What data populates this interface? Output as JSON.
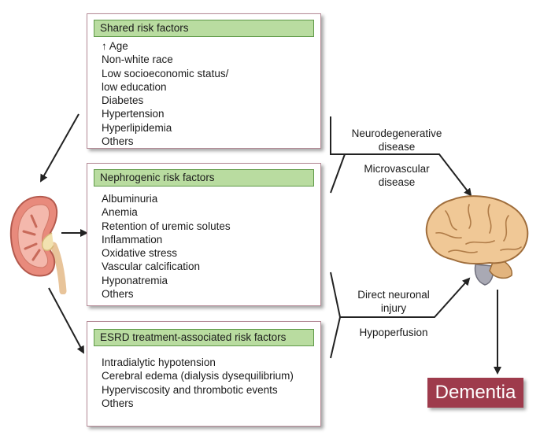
{
  "shared": {
    "header": "Shared risk factors",
    "items": [
      "↑ Age",
      "Non-white race",
      "Low socioeconomic status/",
      "low education",
      "Diabetes",
      "Hypertension",
      "Hyperlipidemia",
      "Others"
    ]
  },
  "nephrogenic": {
    "header": "Nephrogenic risk factors",
    "items": [
      "Albuminuria",
      "Anemia",
      "Retention of uremic solutes",
      "Inflammation",
      "Oxidative stress",
      "Vascular calcification",
      "Hyponatremia",
      "Others"
    ]
  },
  "esrd": {
    "header": "ESRD treatment-associated risk factors",
    "items": [
      "Intradialytic hypotension",
      "Cerebral edema (dialysis dysequilibrium)",
      "Hyperviscosity and thrombotic events",
      "Others"
    ]
  },
  "labels": {
    "neurodegenerative": [
      "Neurodegenerative",
      "disease"
    ],
    "microvascular": [
      "Microvascular",
      "disease"
    ],
    "direct_neuronal": [
      "Direct neuronal",
      "injury"
    ],
    "hypoperfusion": "Hypoperfusion"
  },
  "outcome": "Dementia"
}
